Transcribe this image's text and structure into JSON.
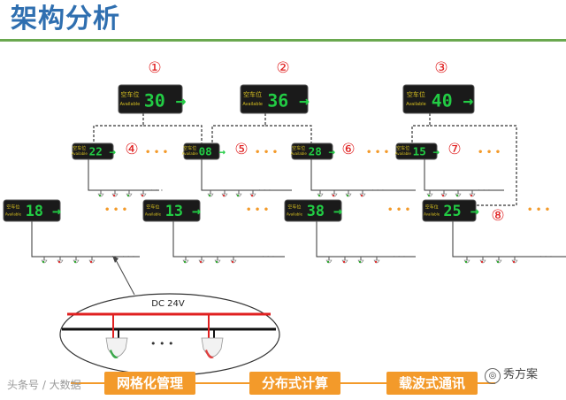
{
  "title": "架构分析",
  "nodes": [
    {
      "id": "1",
      "value": "30",
      "header": "空车位",
      "sub": "Available"
    },
    {
      "id": "2",
      "value": "36",
      "header": "空车位",
      "sub": "Available"
    },
    {
      "id": "3",
      "value": "40",
      "header": "空车位",
      "sub": "Available"
    },
    {
      "id": "4",
      "value": "22"
    },
    {
      "id": "5",
      "value": "08"
    },
    {
      "id": "6",
      "value": "28"
    },
    {
      "id": "7",
      "value": "15"
    },
    {
      "id": "8",
      "value": "25"
    },
    {
      "id": "l1",
      "value": "18"
    },
    {
      "id": "l2",
      "value": "13"
    },
    {
      "id": "l3",
      "value": "38"
    }
  ],
  "markers": [
    "①",
    "②",
    "③",
    "④",
    "⑤",
    "⑥",
    "⑦",
    "⑧"
  ],
  "ellipsis": "• • •",
  "detail": {
    "voltage": "DC 24V",
    "dots": "• • •"
  },
  "tags": [
    "网格化管理",
    "分布式计算",
    "载波式通讯"
  ],
  "watermark_left": "头条号 / 大数据",
  "watermark_right": "秀方案",
  "colors": {
    "accent": "#f39a2a",
    "title": "#2f6fb0",
    "rule": "#6aa84f",
    "marker": "#e02020",
    "led": "#22cc44"
  }
}
